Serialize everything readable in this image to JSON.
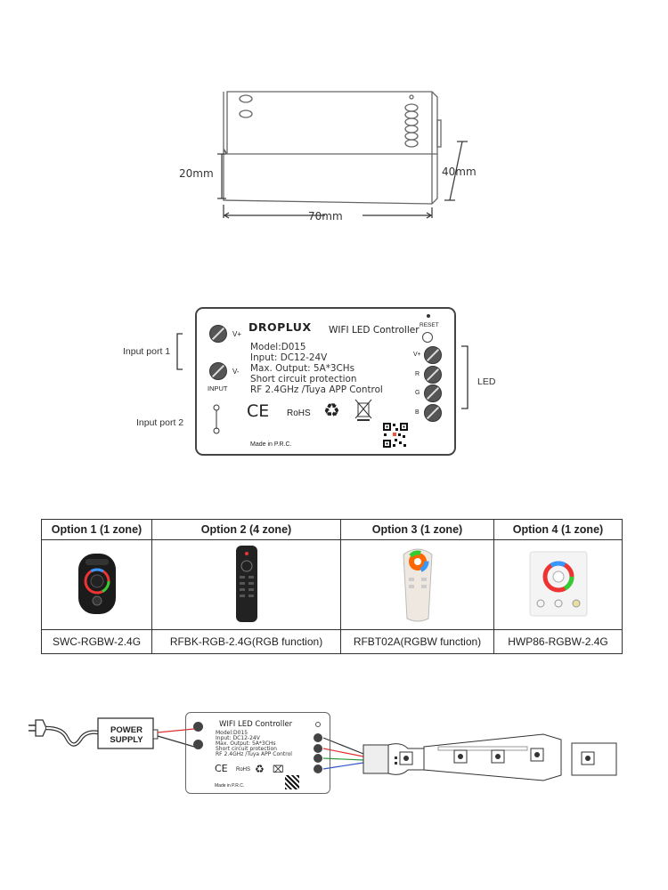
{
  "dims": {
    "height": "20mm",
    "depth": "40mm",
    "width": "70mm"
  },
  "controller": {
    "brand": "DROPLUX",
    "title": "WIFI LED Controller",
    "reset": "RESET",
    "model": "Model:D015",
    "input": "Input: DC12-24V",
    "output": "Max. Output: 5A*3CHs",
    "protection": "Short circuit protection",
    "rf": "RF 2.4GHz /Tuya APP Control",
    "made_in": "Made in P.R.C.",
    "vplus": "V+",
    "vminus": "V-",
    "input_label": "INPUT",
    "ce": "CE",
    "rohs": "RoHS",
    "out_v": "V+",
    "out_r": "R",
    "out_g": "G",
    "out_b": "B"
  },
  "callouts": {
    "input_port_1": "Input port 1",
    "input_port_2": "Input port 2",
    "led": "LED"
  },
  "options": {
    "headers": [
      "Option 1 (1 zone)",
      "Option 2 (4 zone)",
      "Option 3 (1 zone)",
      "Option 4 (1 zone)"
    ],
    "models": [
      "SWC-RGBW-2.4G",
      "RFBK-RGB-2.4G(RGB function)",
      "RFBT02A(RGBW function)",
      "HWP86-RGBW-2.4G"
    ]
  },
  "wiring": {
    "power_supply": "POWER SUPPLY",
    "title": "WIFI LED Controller",
    "model": "Model:D015",
    "input": "Input: DC12-24V",
    "output": "Max. Output: 5A*3CHs",
    "protection": "Short circuit protection",
    "rf": "RF 2.4GHz /Tuya APP Control",
    "made_in": "Made in P.R.C.",
    "ce": "CE",
    "rohs": "RoHS"
  },
  "colors": {
    "wire_red": "#e03030",
    "wire_green": "#2a9a3a",
    "wire_blue": "#2c55c8",
    "wire_dark": "#333333"
  }
}
